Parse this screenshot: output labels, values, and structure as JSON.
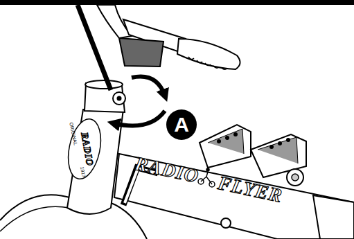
{
  "diagram": {
    "nodes": [
      {
        "text": [
          "A"
        ]
      }
    ],
    "labels": [
      "ORIGINAL",
      "RADIO",
      "1917",
      "RADIO",
      "FLYER"
    ]
  }
}
